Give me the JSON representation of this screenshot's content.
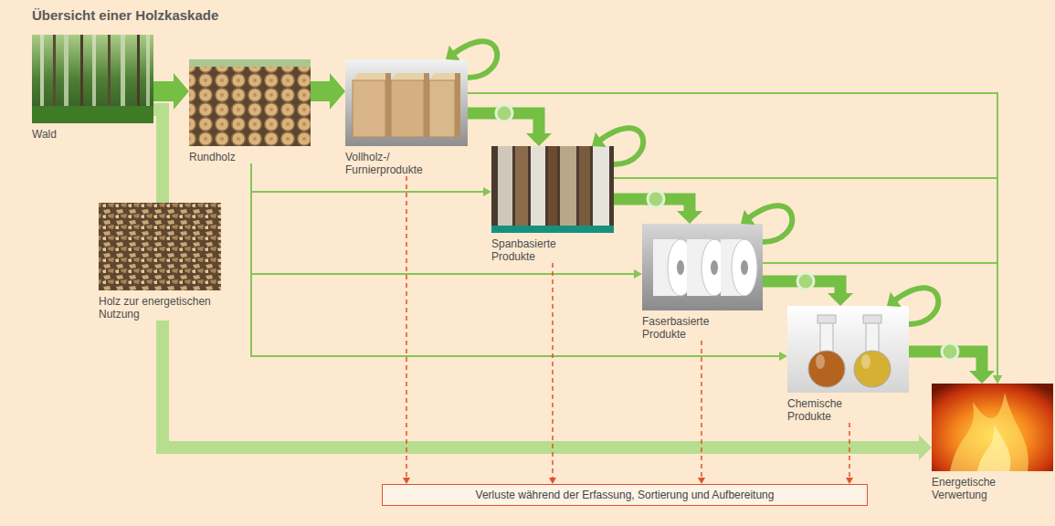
{
  "diagram": {
    "title": "Übersicht einer Holzkaskade",
    "nodes": [
      {
        "text": [
          "Wald"
        ]
      },
      {
        "text": [
          "Rundholz"
        ]
      },
      {
        "text": [
          "Vollholz-/ Furnierprodukte"
        ]
      },
      {
        "text": [
          "Holz zur energetischen Nutzung"
        ]
      },
      {
        "text": [
          "Spanbasierte Produkte"
        ]
      },
      {
        "text": [
          "Faserbasierte Produkte"
        ]
      },
      {
        "text": [
          "Chemische Produkte"
        ]
      },
      {
        "text": [
          "Energetische Verwertung"
        ]
      },
      {
        "text": [
          "Verluste während der Erfassung, Sortierung und Aufbereitung"
        ]
      }
    ],
    "edges": [
      {
        "from": 0,
        "to": 1,
        "arrow": "to"
      },
      {
        "from": 1,
        "to": 2,
        "arrow": "to"
      },
      {
        "from": 0,
        "to": 3,
        "arrow": "none"
      },
      {
        "from": 3,
        "to": 7,
        "arrow": "to"
      },
      {
        "from": 2,
        "to": 2,
        "arrow": "to"
      },
      {
        "from": 2,
        "to": 4,
        "arrow": "to"
      },
      {
        "from": 2,
        "to": 7,
        "arrow": "to"
      },
      {
        "from": 1,
        "to": 4,
        "arrow": "to"
      },
      {
        "from": 4,
        "to": 4,
        "arrow": "to"
      },
      {
        "from": 4,
        "to": 5,
        "arrow": "to"
      },
      {
        "from": 4,
        "to": 7,
        "arrow": "to"
      },
      {
        "from": 1,
        "to": 5,
        "arrow": "to"
      },
      {
        "from": 5,
        "to": 5,
        "arrow": "to"
      },
      {
        "from": 5,
        "to": 6,
        "arrow": "to"
      },
      {
        "from": 5,
        "to": 7,
        "arrow": "to"
      },
      {
        "from": 1,
        "to": 6,
        "arrow": "to"
      },
      {
        "from": 6,
        "to": 6,
        "arrow": "to"
      },
      {
        "from": 6,
        "to": 7,
        "arrow": "to"
      },
      {
        "from": 2,
        "to": 8,
        "arrow": "to"
      },
      {
        "from": 4,
        "to": 8,
        "arrow": "to"
      },
      {
        "from": 5,
        "to": 8,
        "arrow": "to"
      },
      {
        "from": 6,
        "to": 8,
        "arrow": "to"
      }
    ]
  }
}
